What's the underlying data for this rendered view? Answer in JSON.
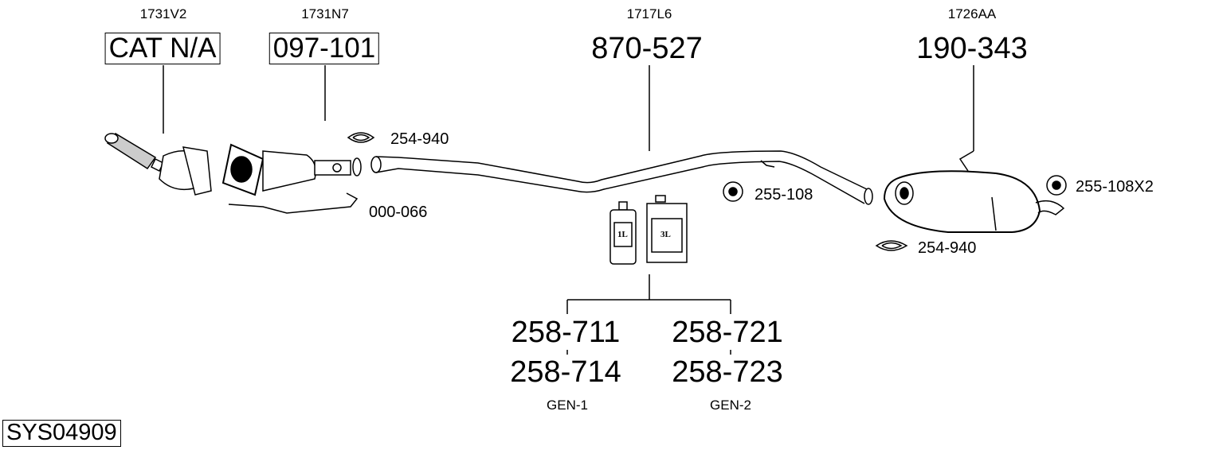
{
  "groups": [
    {
      "ref": "1731V2",
      "part": "CAT N/A",
      "boxed": true
    },
    {
      "ref": "1731N7",
      "part": "097-101",
      "boxed": true
    },
    {
      "ref": "1717L6",
      "part": "870-527",
      "boxed": false
    },
    {
      "ref": "1726AA",
      "part": "190-343",
      "boxed": false
    }
  ],
  "accessories": {
    "clamp_front": "254-940",
    "sensor_pipe": "000-066",
    "hanger_mid": "255-108",
    "hanger_rear": "255-108X2",
    "clamp_rear": "254-940"
  },
  "fluids": {
    "bottle_small": "1L",
    "bottle_large": "3L",
    "gen1": {
      "top": "258-711",
      "bottom": "258-714",
      "label": "GEN-1"
    },
    "gen2": {
      "top": "258-721",
      "bottom": "258-723",
      "label": "GEN-2"
    }
  },
  "system_id": "SYS04909"
}
